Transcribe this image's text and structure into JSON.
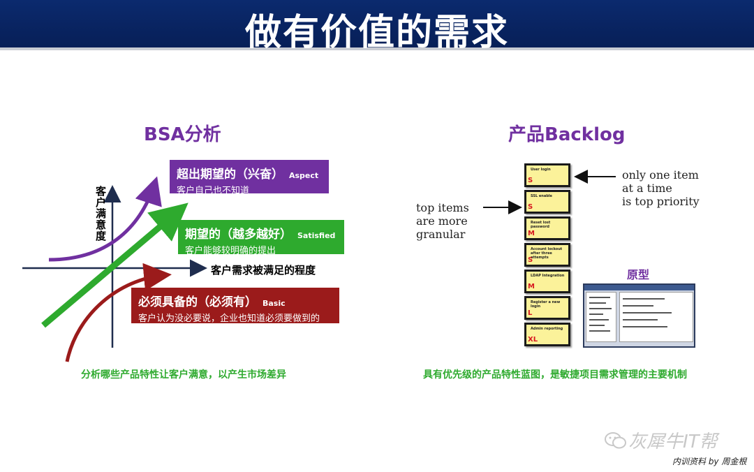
{
  "title": "做有价值的需求",
  "left": {
    "heading": "BSA分析",
    "y_axis_label": "客户满意度",
    "x_axis_label": "客户需求被满足的程度",
    "boxes": [
      {
        "main": "超出期望的（兴奋）",
        "en": "Aspect",
        "sub": "客户自己也不知道",
        "color": "#7030a0"
      },
      {
        "main": "期望的（越多越好）",
        "en": "Satisfied",
        "sub": "客户能够较明确的提出",
        "color": "#2eaa2e"
      },
      {
        "main": "必须具备的（必须有）",
        "en": "Basic",
        "sub": "客户认为没必要说，企业也知道必须要做到的",
        "color": "#9b1b1b"
      }
    ],
    "caption": "分析哪些产品特性让客户满意，以产生市场差异"
  },
  "right": {
    "heading": "产品Backlog",
    "cards": [
      {
        "title": "User login",
        "size": "S"
      },
      {
        "title": "SSL enable",
        "size": "S"
      },
      {
        "title": "Reset lost password",
        "size": "M"
      },
      {
        "title": "Account lockout after three attempts",
        "size": "S"
      },
      {
        "title": "LDAP Integration",
        "size": "M"
      },
      {
        "title": "Register a new login",
        "size": "L"
      },
      {
        "title": "Admin reporting",
        "size": "XL"
      }
    ],
    "note_left": [
      "top items",
      "are more",
      "granular"
    ],
    "note_right": [
      "only one item",
      "at a time",
      "is top priority"
    ],
    "prototype_label": "原型",
    "caption": "具有优先级的产品特性蓝图，是敏捷项目需求管理的主要机制"
  },
  "watermark": "灰犀牛IT帮",
  "credit": "内训资料 by 周金根"
}
